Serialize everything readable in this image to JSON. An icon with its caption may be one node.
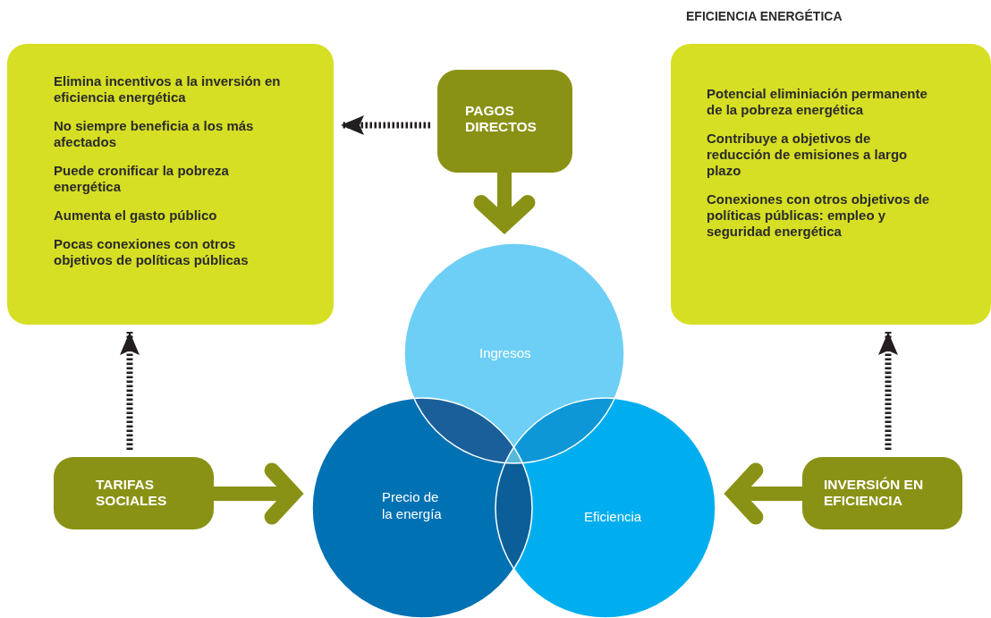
{
  "diagram": {
    "nodes": [
      {
        "text": [
          "Elimina incentivos a la inversión en eficiencia energética",
          "No siempre beneficia a los más afectados",
          "Puede cronificar la pobreza energética",
          "Aumenta el gasto público",
          "Pocas conexiones con otros objetivos de políticas públicas"
        ]
      },
      {
        "text": [
          "PAGOS DIRECTOS"
        ]
      },
      {
        "text": [
          "EFICIENCIA ENERGÉTICA",
          "Potencial eliminiación permanente de la pobreza energética",
          "Contribuye a objetivos de reducción de emisiones a largo plazo",
          "Conexiones con otros objetivos de políticas públicas: empleo y seguridad energética"
        ]
      },
      {
        "text": [
          "Ingresos"
        ]
      },
      {
        "text": [
          "Precio de la energía"
        ]
      },
      {
        "text": [
          "Eficiencia"
        ]
      },
      {
        "text": [
          "TARIFAS SOCIALES"
        ]
      },
      {
        "text": [
          "INVERSIÓN EN EFICIENCIA"
        ]
      }
    ],
    "edges": [
      {
        "from": 1,
        "to": 0,
        "arrow": "to",
        "style": "dashed",
        "color": "#231f20"
      },
      {
        "from": 1,
        "to": 3,
        "arrow": "to",
        "style": "thick",
        "color": "#8a9215"
      },
      {
        "from": 6,
        "to": 0,
        "arrow": "to",
        "style": "dashed",
        "color": "#231f20"
      },
      {
        "from": 6,
        "to": 4,
        "arrow": "to",
        "style": "thick",
        "color": "#8a9215"
      },
      {
        "from": 7,
        "to": 2,
        "arrow": "to",
        "style": "dashed",
        "color": "#231f20"
      },
      {
        "from": 7,
        "to": 5,
        "arrow": "to",
        "style": "thick",
        "color": "#8a9215"
      }
    ]
  }
}
